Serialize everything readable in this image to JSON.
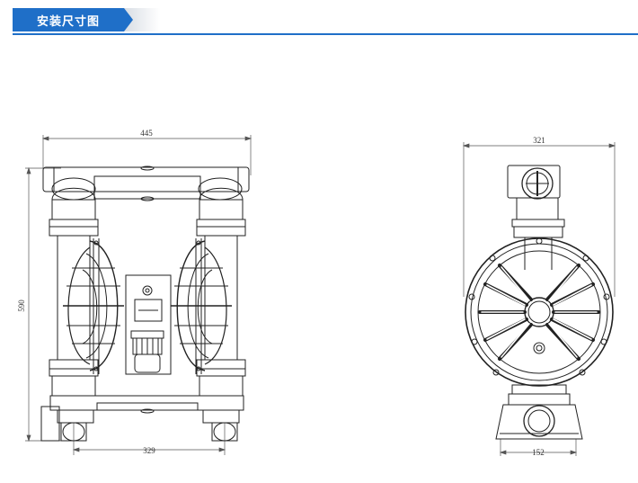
{
  "header": {
    "title": "安装尺寸图"
  },
  "front_view": {
    "width_label": "445",
    "height_label": "590",
    "base_width_label": "329"
  },
  "side_view": {
    "width_label": "321",
    "base_width_label": "152"
  },
  "colors": {
    "accent": "#1f6fc8",
    "line": "#222222",
    "dim_line": "#555555"
  }
}
